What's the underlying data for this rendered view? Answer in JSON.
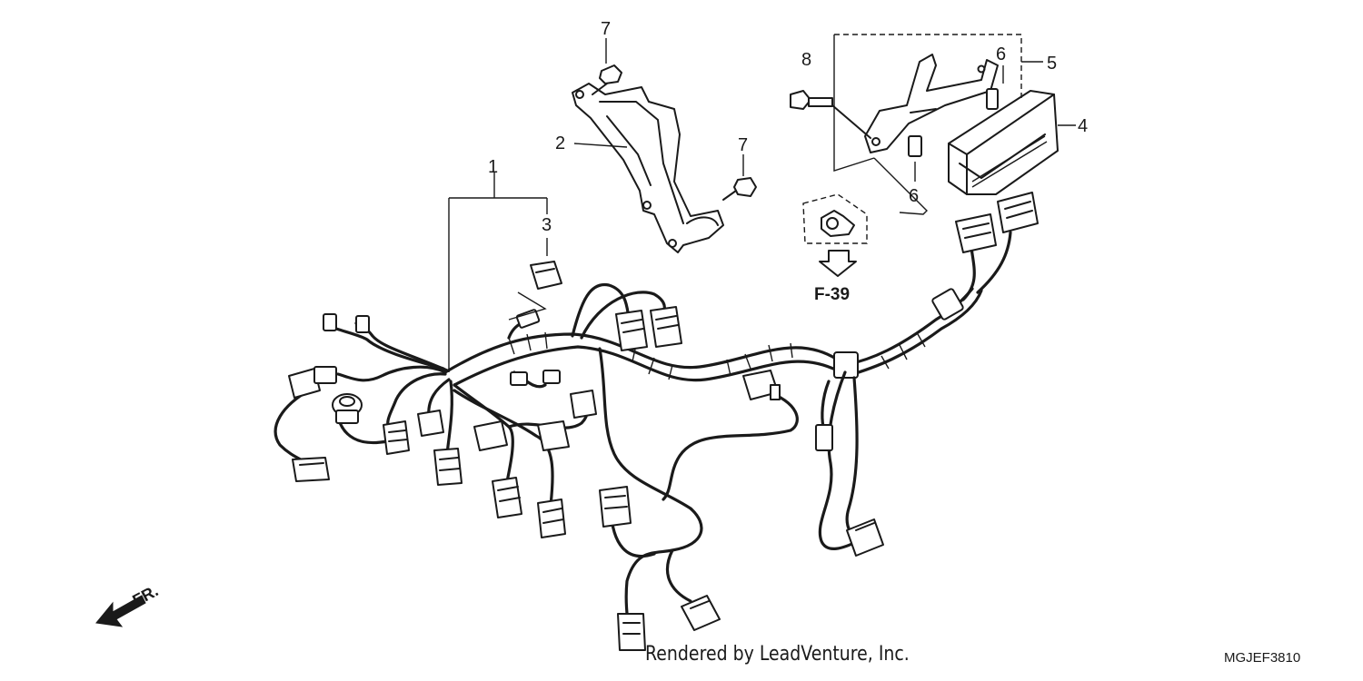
{
  "callouts": {
    "c1": "1",
    "c2": "2",
    "c3": "3",
    "c4": "4",
    "c5": "5",
    "c6a": "6",
    "c6b": "6",
    "c7a": "7",
    "c7b": "7",
    "c8": "8"
  },
  "reference": "F-39",
  "front_marker": "FR.",
  "credit": "Rendered by LeadVenture, Inc.",
  "diagram_code": "MGJEF3810",
  "colors": {
    "ink": "#1a1a1a",
    "background": "#ffffff"
  }
}
